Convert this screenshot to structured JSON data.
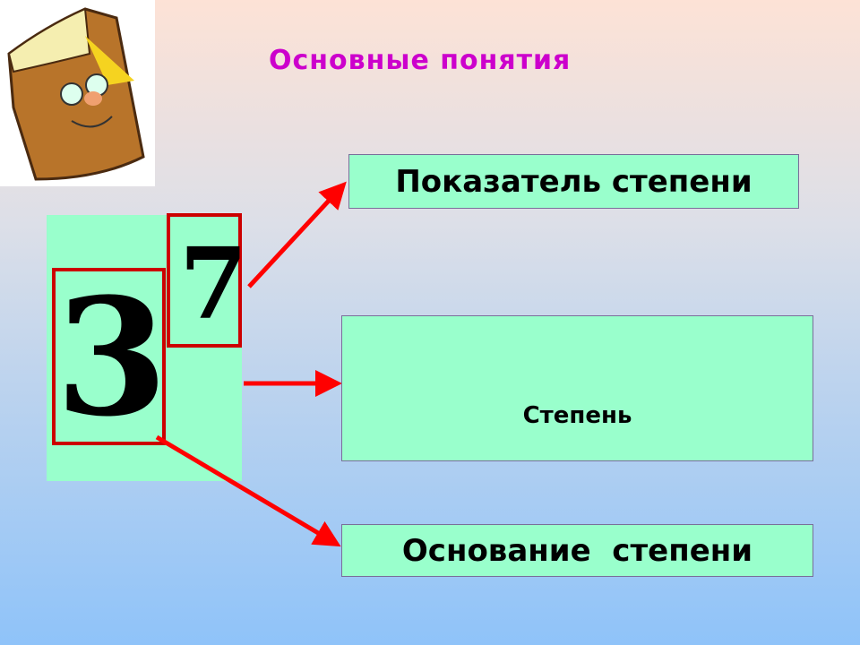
{
  "title": "Основные понятия",
  "base": "3",
  "exponent": "7",
  "labels": {
    "exponent_label": "Показатель степени",
    "power_label": "Степень",
    "base_label": "Основание  степени"
  },
  "colors": {
    "accent": "#cc00cc",
    "arrow": "#ff0000",
    "box": "#99ffcc",
    "frame": "#cc0000"
  }
}
